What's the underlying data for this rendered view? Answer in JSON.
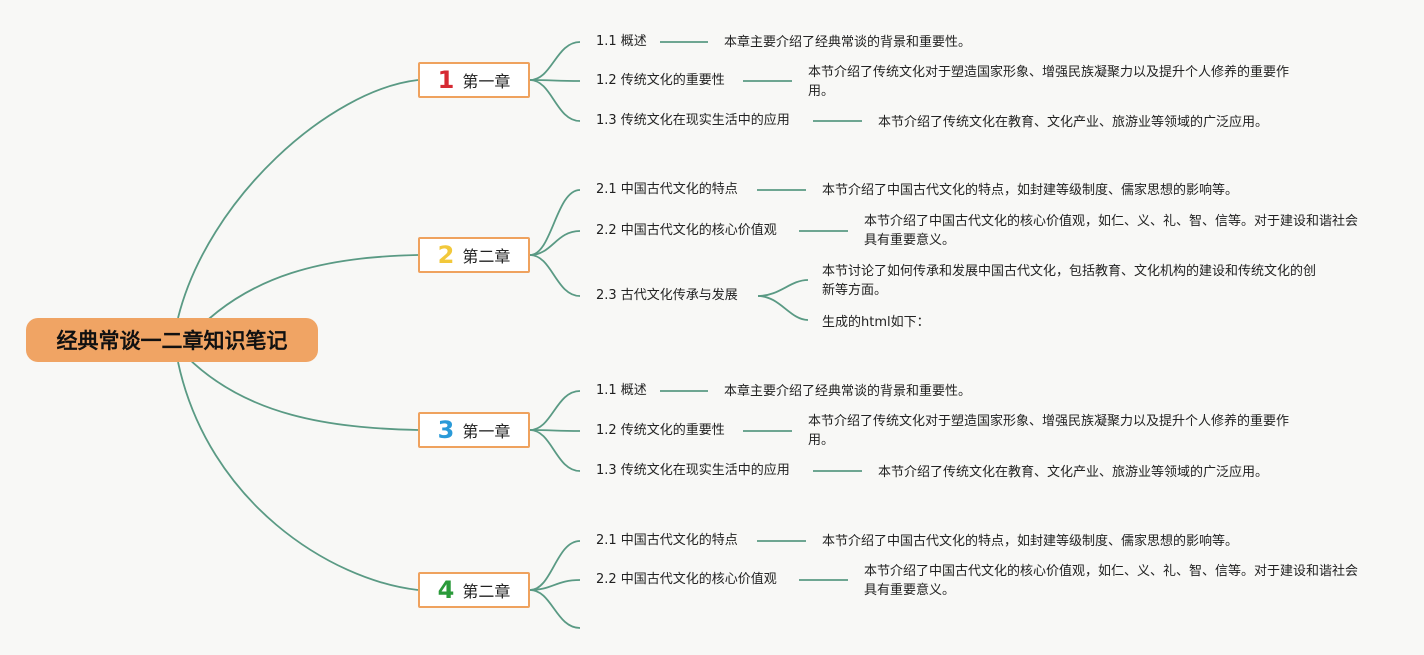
{
  "root": {
    "title": "经典常谈一二章知识笔记"
  },
  "style": {
    "line_color": "#5a9a84",
    "chapter_border": "#efa25e",
    "root_fill": "#f0a464"
  },
  "chapters": [
    {
      "number": "1",
      "number_color": "#d62a33",
      "label": "第一章",
      "topics": [
        {
          "title": "1.1 概述",
          "descs": [
            "本章主要介绍了经典常谈的背景和重要性。"
          ]
        },
        {
          "title": "1.2 传统文化的重要性",
          "descs": [
            "本节介绍了传统文化对于塑造国家形象、增强民族凝聚力以及提升个人修养的重要作用。"
          ]
        },
        {
          "title": "1.3 传统文化在现实生活中的应用",
          "descs": [
            "本节介绍了传统文化在教育、文化产业、旅游业等领域的广泛应用。"
          ]
        }
      ]
    },
    {
      "number": "2",
      "number_color": "#f2c83a",
      "label": "第二章",
      "topics": [
        {
          "title": "2.1 中国古代文化的特点",
          "descs": [
            "本节介绍了中国古代文化的特点，如封建等级制度、儒家思想的影响等。"
          ]
        },
        {
          "title": "2.2 中国古代文化的核心价值观",
          "descs": [
            "本节介绍了中国古代文化的核心价值观，如仁、义、礼、智、信等。对于建设和谐社会具有重要意义。"
          ]
        },
        {
          "title": "2.3 古代文化传承与发展",
          "descs": [
            "本节讨论了如何传承和发展中国古代文化，包括教育、文化机构的建设和传统文化的创新等方面。",
            "生成的html如下："
          ]
        }
      ]
    },
    {
      "number": "3",
      "number_color": "#2a9ad8",
      "label": "第一章",
      "topics": [
        {
          "title": "1.1 概述",
          "descs": [
            "本章主要介绍了经典常谈的背景和重要性。"
          ]
        },
        {
          "title": "1.2 传统文化的重要性",
          "descs": [
            "本节介绍了传统文化对于塑造国家形象、增强民族凝聚力以及提升个人修养的重要作用。"
          ]
        },
        {
          "title": "1.3 传统文化在现实生活中的应用",
          "descs": [
            "本节介绍了传统文化在教育、文化产业、旅游业等领域的广泛应用。"
          ]
        }
      ]
    },
    {
      "number": "4",
      "number_color": "#2a9a3a",
      "label": "第二章",
      "topics": [
        {
          "title": "2.1 中国古代文化的特点",
          "descs": [
            "本节介绍了中国古代文化的特点，如封建等级制度、儒家思想的影响等。"
          ]
        },
        {
          "title": "2.2 中国古代文化的核心价值观",
          "descs": [
            "本节介绍了中国古代文化的核心价值观，如仁、义、礼、智、信等。对于建设和谐社会具有重要意义。"
          ]
        },
        {
          "title": "",
          "descs": []
        }
      ]
    }
  ]
}
